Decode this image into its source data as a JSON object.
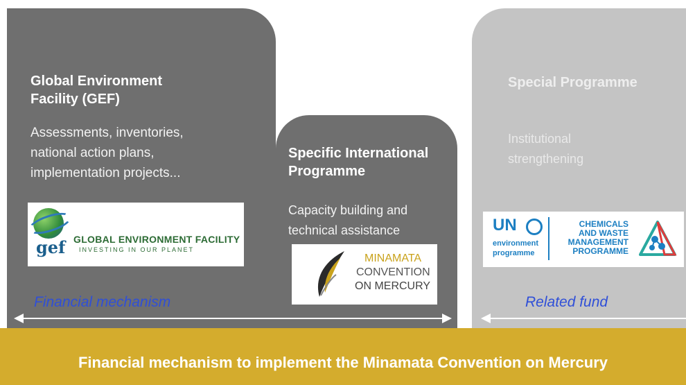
{
  "panels": {
    "gef": {
      "title_line1": "Global Environment",
      "title_line2": "Facility (GEF)",
      "desc_line1": "Assessments, inventories,",
      "desc_line2": "national action plans,",
      "desc_line3": "implementation projects...",
      "caption": "Financial mechanism"
    },
    "sip": {
      "title_line1": "Specific International",
      "title_line2": "Programme",
      "desc_line1": "Capacity building and",
      "desc_line2": "technical assistance"
    },
    "sp": {
      "title": "Special Programme",
      "desc_line1": "Institutional",
      "desc_line2": "strengthening",
      "caption": "Related fund"
    }
  },
  "logos": {
    "gef": {
      "word": "gef",
      "name": "GLOBAL ENVIRONMENT FACILITY",
      "tagline": "INVESTING IN OUR PLANET"
    },
    "minamata": {
      "line1": "MINAMATA",
      "line2": "CONVENTION",
      "line3": "ON MERCURY"
    },
    "unep": {
      "un": "UN",
      "environment": "environment",
      "programme": "programme",
      "cwm_line1": "CHEMICALS",
      "cwm_line2": "AND WASTE",
      "cwm_line3": "MANAGEMENT",
      "cwm_line4": "PROGRAMME"
    }
  },
  "footer": {
    "text": "Financial mechanism to implement the Minamata Convention on Mercury"
  },
  "colors": {
    "dark_panel": "#6f6f6f",
    "light_panel": "#c4c4c4",
    "bar": "#d4ac2d",
    "caption": "#2f4fd8"
  }
}
